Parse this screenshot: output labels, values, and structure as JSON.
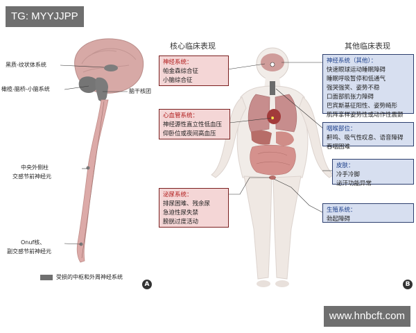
{
  "watermark_top": "TG: MYYJJPP",
  "watermark_bottom": "www.hnbcft.com",
  "panel_a": {
    "label_1": "黑质-纹状体系统",
    "label_2": "橄榄-脑桥-小脑系统",
    "label_3": "脑干核团",
    "label_4a": "中央外侧柱",
    "label_4b": "交感节前神经元",
    "label_5a": "Onuf核、",
    "label_5b": "副交感节前神经元",
    "legend": "受损的中枢和外周神经系统",
    "letter": "A"
  },
  "panel_b": {
    "heading_core": "核心临床表现",
    "heading_other": "其他临床表现",
    "letter": "B",
    "nervous_core": {
      "title": "神经系统：",
      "items": [
        "帕金森综合征",
        "小脑综合征"
      ]
    },
    "cardio": {
      "title": "心血管系统：",
      "items": [
        "神经源性直立性低血压",
        "仰卧位或夜间高血压"
      ]
    },
    "urinary": {
      "title": "泌尿系统：",
      "items": [
        "排尿困难、残余尿",
        "急迫性尿失禁",
        "膀胱过度活动"
      ]
    },
    "nervous_other": {
      "title": "神经系统（其他）：",
      "items": [
        "快速眼球运动睡眠障碍",
        "睡眠呼吸暂停和低通气",
        "强哭强笑、姿势不稳",
        "口面部肌张力障碍",
        "巴宾斯基征阳性、姿势畸形",
        "肌阵挛样姿势性或动作性震颤"
      ]
    },
    "throat": {
      "title": "咽喉部位：",
      "items": [
        "鼾鸣、吸气性叹息、语音障碍",
        "吞咽困难"
      ]
    },
    "skin": {
      "title": "皮肤：",
      "items": [
        "冷手冷脚",
        "泌汗功能异常"
      ]
    },
    "reproductive": {
      "title": "生殖系统：",
      "items": [
        "勃起障碍"
      ]
    }
  },
  "colors": {
    "red_box_bg": "#f4d6d6",
    "red_box_border": "#7a1e1e",
    "blue_box_bg": "#d7dff0",
    "blue_box_border": "#2c3e6e",
    "lesion": "#707070"
  }
}
